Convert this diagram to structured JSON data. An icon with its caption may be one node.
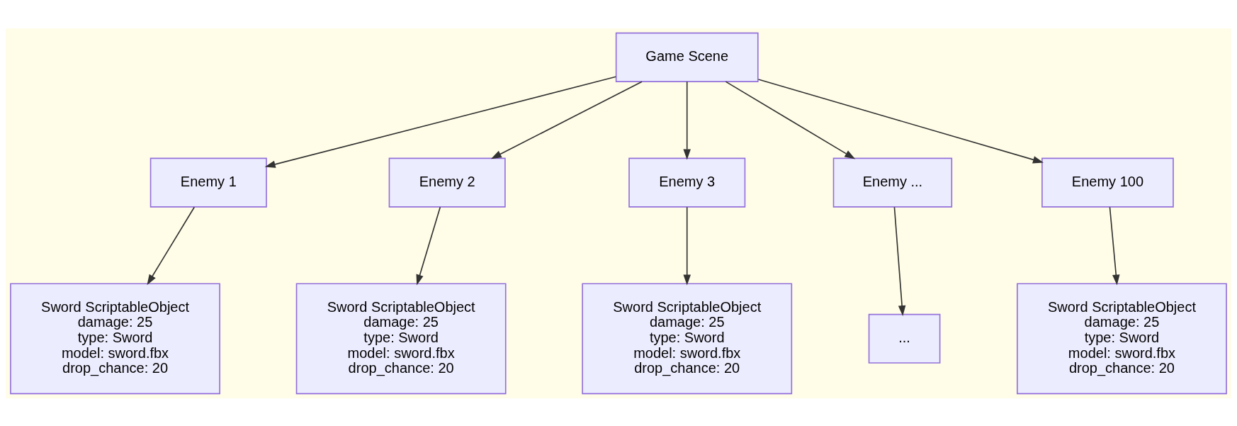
{
  "diagram": {
    "nodes": [
      {
        "text": [
          "Game Scene"
        ]
      },
      {
        "text": [
          "Enemy 1"
        ]
      },
      {
        "text": [
          "Enemy 2"
        ]
      },
      {
        "text": [
          "Enemy 3"
        ]
      },
      {
        "text": [
          "Enemy ..."
        ]
      },
      {
        "text": [
          "Enemy 100"
        ]
      },
      {
        "text": [
          "Sword ScriptableObject",
          "damage: 25",
          "type: Sword",
          "model: sword.fbx",
          "drop_chance: 20"
        ]
      },
      {
        "text": [
          "Sword ScriptableObject",
          "damage: 25",
          "type: Sword",
          "model: sword.fbx",
          "drop_chance: 20"
        ]
      },
      {
        "text": [
          "Sword ScriptableObject",
          "damage: 25",
          "type: Sword",
          "model: sword.fbx",
          "drop_chance: 20"
        ]
      },
      {
        "text": [
          "..."
        ]
      },
      {
        "text": [
          "Sword ScriptableObject",
          "damage: 25",
          "type: Sword",
          "model: sword.fbx",
          "drop_chance: 20"
        ]
      }
    ],
    "edges": [
      {
        "from": 0,
        "to": 1,
        "arrow": "to"
      },
      {
        "from": 0,
        "to": 2,
        "arrow": "to"
      },
      {
        "from": 0,
        "to": 3,
        "arrow": "to"
      },
      {
        "from": 0,
        "to": 4,
        "arrow": "to"
      },
      {
        "from": 0,
        "to": 5,
        "arrow": "to"
      },
      {
        "from": 1,
        "to": 6,
        "arrow": "to"
      },
      {
        "from": 2,
        "to": 7,
        "arrow": "to"
      },
      {
        "from": 3,
        "to": 8,
        "arrow": "to"
      },
      {
        "from": 4,
        "to": 9,
        "arrow": "to"
      },
      {
        "from": 5,
        "to": 10,
        "arrow": "to"
      }
    ]
  }
}
